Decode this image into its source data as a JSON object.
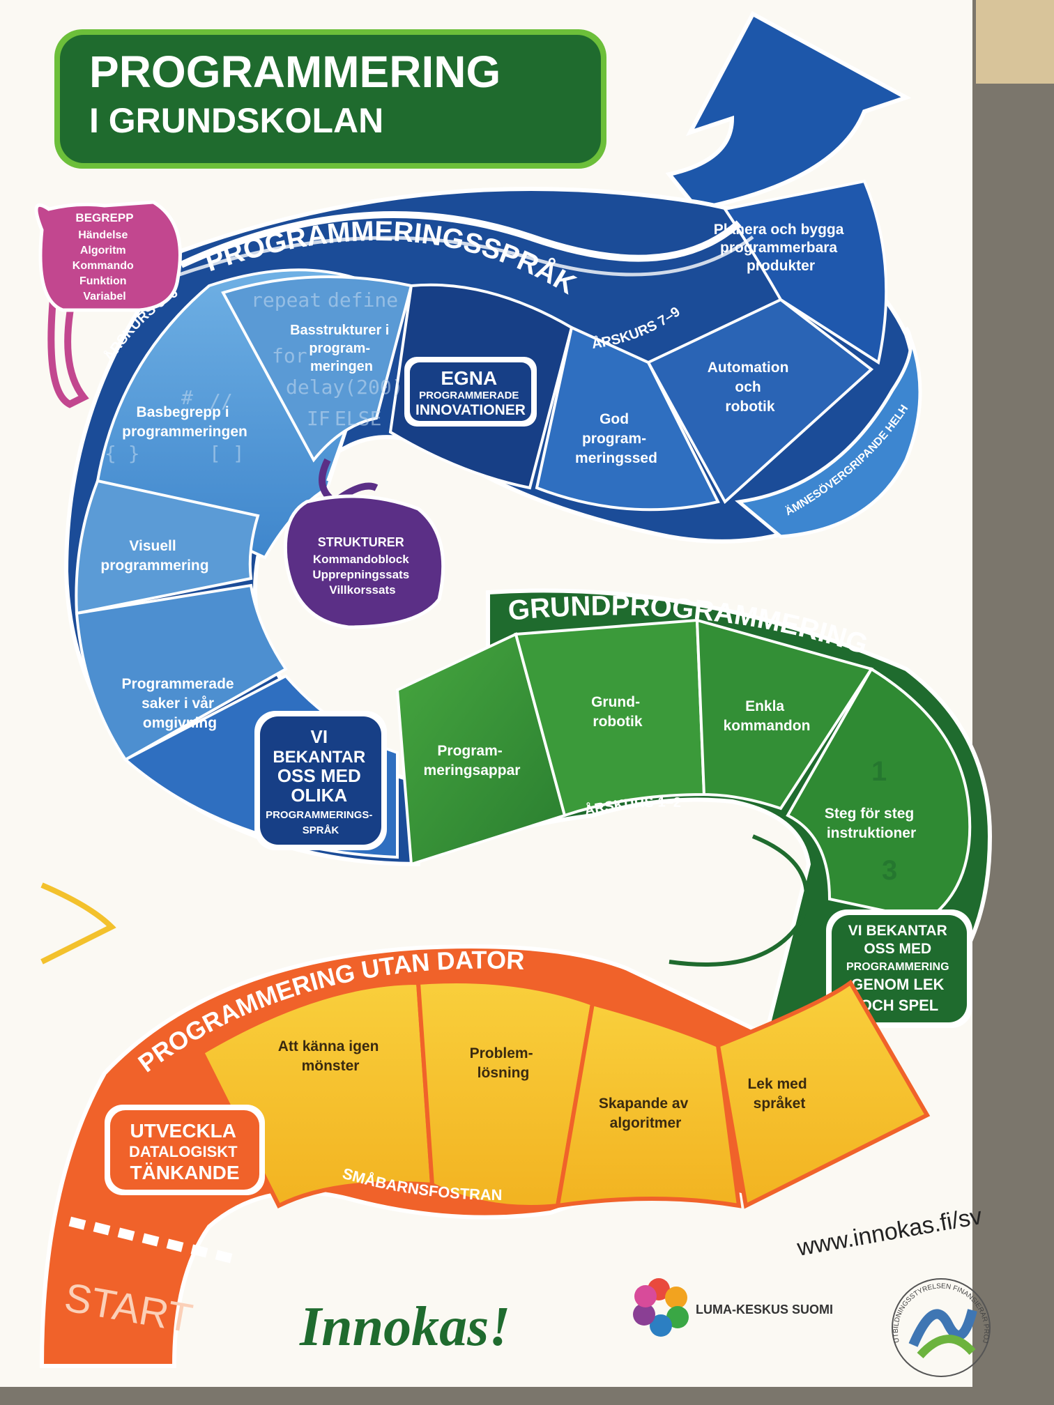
{
  "title": {
    "line1": "PROGRAMMERING",
    "line2": "I GRUNDSKOLAN"
  },
  "colors": {
    "green_dark": "#1f6b2e",
    "green": "#3a9a3a",
    "blue_dark": "#173f86",
    "blue": "#2f76c4",
    "blue_light": "#6aa8dd",
    "orange": "#f0622a",
    "yellow": "#f6c431",
    "purple": "#5b2f86",
    "magenta": "#c2478f"
  },
  "begrepp": {
    "heading": "BEGREPP",
    "items": [
      "Händelse",
      "Algoritm",
      "Kommando",
      "Funktion",
      "Variabel"
    ]
  },
  "strukturer": {
    "heading": "STRUKTURER",
    "items": [
      "Kommandoblock",
      "Upprepningssats",
      "Villkorssats"
    ]
  },
  "languages": {
    "band_title": "PROGRAMMERINGSSPRÅK",
    "grade_36": "ÅRSKURS 3–6",
    "grade_79": "ÅRSKURS 7–9",
    "seg_basstrukturer": [
      "Basstrukturer i",
      "program-",
      "meringen"
    ],
    "seg_basbegrepp": [
      "Basbegrepp i",
      "programmeringen"
    ],
    "seg_visuell": [
      "Visuell",
      "programmering"
    ],
    "seg_saker": [
      "Programmerade",
      "saker i vår",
      "omgivning"
    ],
    "badge_olika": [
      "VI",
      "BEKANTAR",
      "OSS MED",
      "OLIKA",
      "PROGRAMMERINGS-",
      "SPRÅK"
    ],
    "badge_egna": [
      "EGNA",
      "PROGRAMMERADE",
      "INNOVATIONER"
    ],
    "seg_sed": [
      "God",
      "program-",
      "meringssed"
    ],
    "seg_automation": [
      "Automation",
      "och",
      "robotik"
    ],
    "seg_planera": [
      "Planera och bygga",
      "programmerbara",
      "produkter"
    ],
    "fin": "ÄMNESÖVERGRIPANDE HELHETER",
    "code_words": [
      "repeat",
      "define",
      "for",
      "delay(200)",
      "IF",
      "ELSE",
      "#",
      "//",
      "{ }",
      "[ ]"
    ]
  },
  "grund": {
    "band_title": "GRUNDPROGRAMMERING",
    "grade": "ÅRSKURS 1–2",
    "seg_appar": [
      "Program-",
      "meringsappar"
    ],
    "seg_robotik": [
      "Grund-",
      "robotik"
    ],
    "seg_kommandon": [
      "Enkla",
      "kommandon"
    ],
    "seg_steg": [
      "Steg för steg",
      "instruktioner"
    ],
    "badge": [
      "VI BEKANTAR",
      "OSS MED",
      "PROGRAMMERING",
      "GENOM LEK",
      "OCH  SPEL"
    ],
    "step_numbers": [
      "1",
      "3"
    ]
  },
  "utan": {
    "band_title": "PROGRAMMERING UTAN DATOR",
    "grade": "SMÅBARNSFOSTRAN",
    "seg_monster": [
      "Att känna igen",
      "mönster"
    ],
    "seg_problem": [
      "Problem-",
      "lösning"
    ],
    "seg_algoritmer": [
      "Skapande av",
      "algoritmer"
    ],
    "seg_lek": [
      "Lek med",
      "språket"
    ],
    "badge": [
      "UTVECKLA",
      "DATALOGISKT",
      "TÄNKANDE"
    ]
  },
  "start": "START",
  "footer": {
    "url": "www.innokas.fi/sv",
    "brand": "Innokas!",
    "luma": "LUMA-KESKUS SUOMI",
    "seal_text": "UTBILDNINGSSTYRELSEN FINANSIERAR PROJEKTET"
  }
}
